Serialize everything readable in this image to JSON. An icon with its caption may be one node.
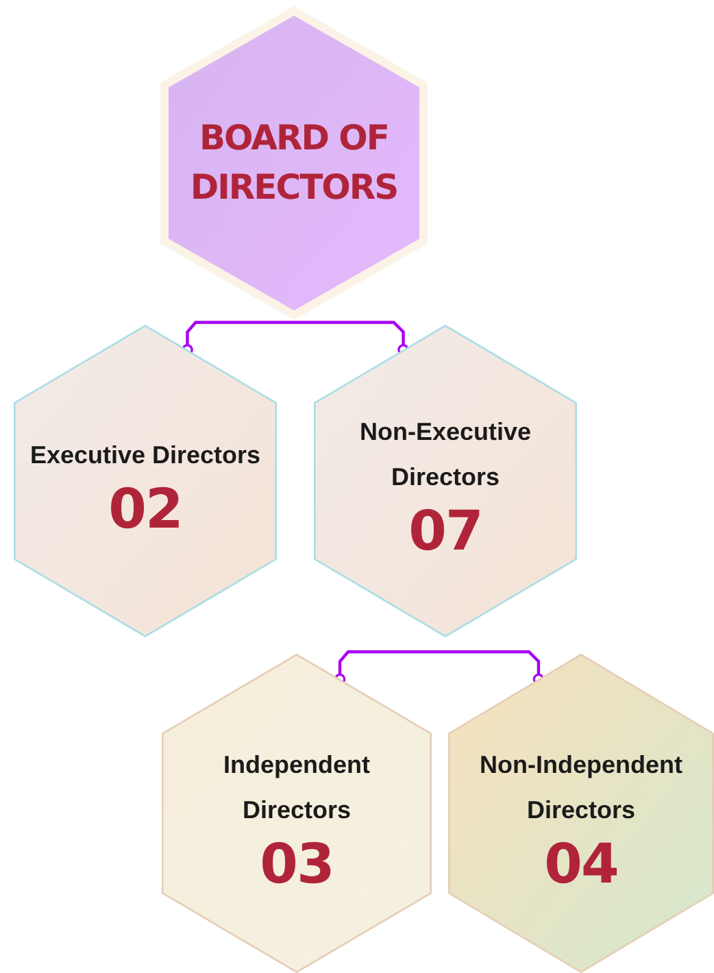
{
  "diagram": {
    "nodes": [
      {
        "text": [
          "BOARD OF DIRECTORS"
        ]
      },
      {
        "text": [
          "Executive Directors",
          "02"
        ]
      },
      {
        "text": [
          "Non-Executive Directors",
          "07"
        ]
      },
      {
        "text": [
          "Independent Directors",
          "03"
        ]
      },
      {
        "text": [
          "Non-Independent Directors",
          "04"
        ]
      }
    ],
    "edges": [
      {
        "from": 1,
        "to": 2,
        "arrow": "other",
        "color": "#a800f5"
      },
      {
        "from": 3,
        "to": 4,
        "arrow": "other",
        "color": "#a800f5"
      }
    ]
  }
}
